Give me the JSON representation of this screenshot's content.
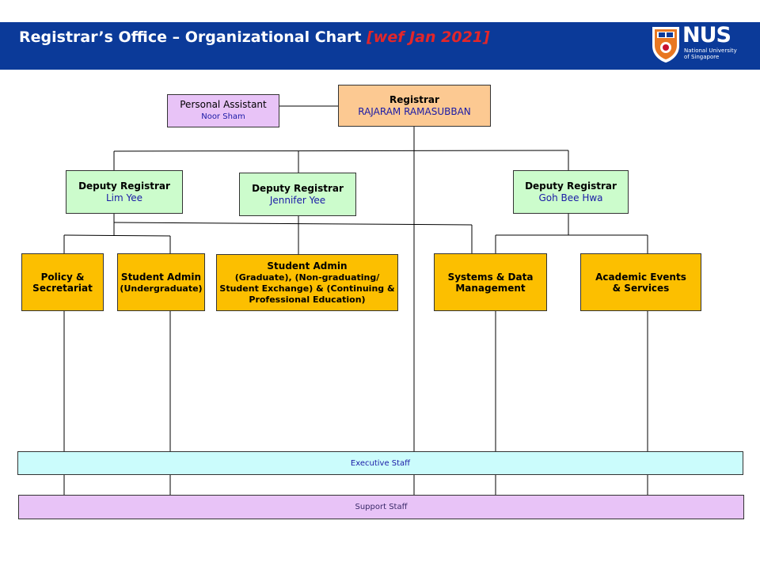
{
  "header": {
    "title_main": "Registrar’s Office – Organizational Chart ",
    "title_sub": "[wef Jan 2021]",
    "logo_text": "NUS",
    "logo_line1": "National University",
    "logo_line2": "of Singapore"
  },
  "registrar": {
    "role": "Registrar",
    "name": "RAJARAM RAMASUBBAN"
  },
  "assistant": {
    "role": "Personal Assistant",
    "name": "Noor Sham"
  },
  "deputies": [
    {
      "role": "Deputy Registrar",
      "name": "Lim Yee"
    },
    {
      "role": "Deputy Registrar",
      "name": "Jennifer Yee"
    },
    {
      "role": "Deputy Registrar",
      "name": "Goh Bee Hwa"
    }
  ],
  "units": {
    "policy": {
      "line1": "Policy &",
      "line2": "Secretariat"
    },
    "ug": {
      "line1": "Student Admin",
      "line2": "(Undergraduate)"
    },
    "grad": {
      "line1": "Student Admin",
      "line2": "(Graduate), (Non-graduating/",
      "line3": "Student Exchange) & (Continuing &",
      "line4": "Professional Education)"
    },
    "systems": {
      "line1": "Systems & Data",
      "line2": "Management"
    },
    "events": {
      "line1": "Academic Events",
      "line2": "& Services"
    }
  },
  "bands": {
    "executive": "Executive Staff",
    "support": "Support Staff"
  },
  "colors": {
    "header": "#0b3a99",
    "title_sub": "#e3262a",
    "assistant": "#e8c3f7",
    "registrar": "#fcc992",
    "deputy": "#ccfccc",
    "unit": "#fcbf00",
    "executive": "#cbfcfc",
    "support": "#e8c3f7"
  }
}
